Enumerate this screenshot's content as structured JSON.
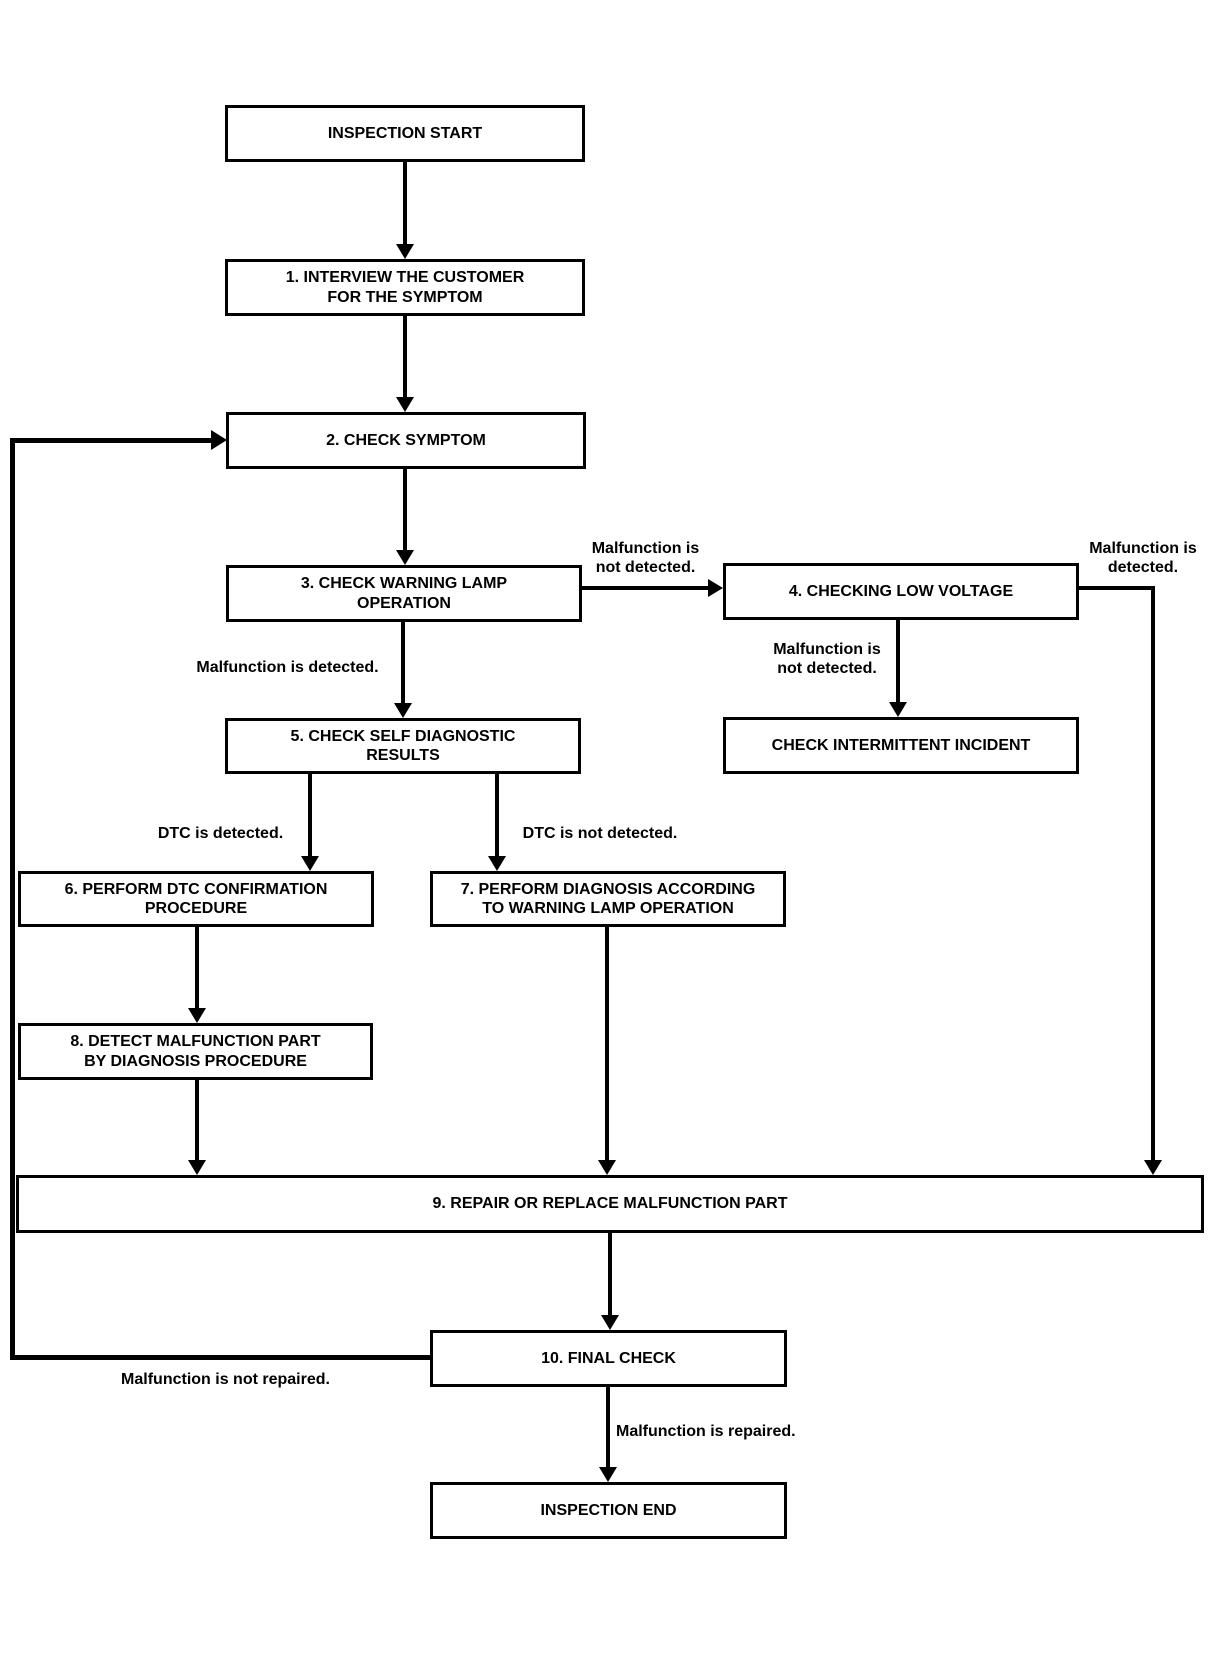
{
  "page": {
    "background_color": "#ffffff",
    "line_color": "#000000"
  },
  "diagram": {
    "type": "flowchart",
    "nodes": [
      {
        "id": "inspection-start",
        "label": "INSPECTION START"
      },
      {
        "id": "step-1",
        "label": "1. INTERVIEW THE CUSTOMER\nFOR THE SYMPTOM"
      },
      {
        "id": "step-2",
        "label": "2. CHECK SYMPTOM"
      },
      {
        "id": "step-3",
        "label": "3. CHECK WARNING LAMP\nOPERATION"
      },
      {
        "id": "step-4",
        "label": "4. CHECKING LOW VOLTAGE"
      },
      {
        "id": "step-5",
        "label": "5. CHECK SELF DIAGNOSTIC\nRESULTS"
      },
      {
        "id": "check-intermittent-incident",
        "label": "CHECK INTERMITTENT INCIDENT"
      },
      {
        "id": "step-6",
        "label": "6. PERFORM DTC CONFIRMATION\nPROCEDURE"
      },
      {
        "id": "step-7",
        "label": "7. PERFORM DIAGNOSIS ACCORDING\nTO WARNING LAMP OPERATION"
      },
      {
        "id": "step-8",
        "label": "8. DETECT MALFUNCTION PART\nBY DIAGNOSIS PROCEDURE"
      },
      {
        "id": "step-9",
        "label": "9. REPAIR OR REPLACE MALFUNCTION PART"
      },
      {
        "id": "step-10",
        "label": "10. FINAL CHECK"
      },
      {
        "id": "inspection-end",
        "label": "INSPECTION END"
      }
    ],
    "edge_labels": [
      {
        "id": "lamp-malfunction-detected",
        "text": "Malfunction is detected."
      },
      {
        "id": "lamp-malfunction-not-detected",
        "text": "Malfunction is\nnot detected."
      },
      {
        "id": "voltage-malfunction-detected",
        "text": "Malfunction is\ndetected."
      },
      {
        "id": "voltage-malfunction-not-detected",
        "text": "Malfunction is\nnot detected."
      },
      {
        "id": "dtc-detected",
        "text": "DTC is detected."
      },
      {
        "id": "dtc-not-detected",
        "text": "DTC is not detected."
      },
      {
        "id": "malfunction-not-repaired",
        "text": "Malfunction is not repaired."
      },
      {
        "id": "malfunction-repaired",
        "text": "Malfunction is repaired."
      }
    ]
  }
}
